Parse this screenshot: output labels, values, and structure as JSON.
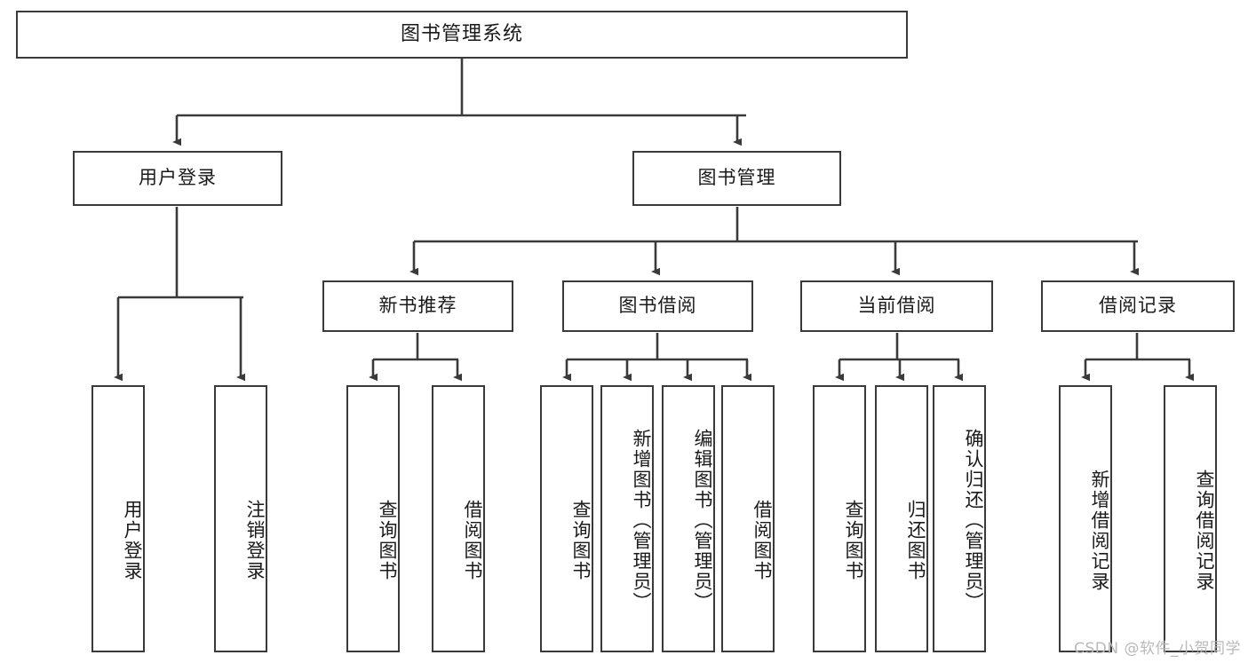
{
  "diagram": {
    "title": "图书管理系统",
    "watermark": "CSDN @软件_小贺同学",
    "line_color": "#3a3a3a",
    "text_color": "#1a1a1a",
    "background": "#ffffff",
    "root": {
      "label": "图书管理系统"
    },
    "level2": [
      {
        "label": "用户登录"
      },
      {
        "label": "图书管理"
      }
    ],
    "level3": [
      {
        "label": "新书推荐"
      },
      {
        "label": "图书借阅"
      },
      {
        "label": "当前借阅"
      },
      {
        "label": "借阅记录"
      }
    ],
    "leaves": {
      "user_login": [
        {
          "label": "用户登录"
        },
        {
          "label": "注销登录"
        }
      ],
      "new_book_recommend": [
        {
          "label": "查询图书"
        },
        {
          "label": "借阅图书"
        }
      ],
      "book_borrow": [
        {
          "label": "查询图书"
        },
        {
          "label": "新增图书（管理员）"
        },
        {
          "label": "编辑图书（管理员）"
        },
        {
          "label": "借阅图书"
        }
      ],
      "current_borrow": [
        {
          "label": "查询图书"
        },
        {
          "label": "归还图书"
        },
        {
          "label": "确认归还（管理员）"
        }
      ],
      "borrow_record": [
        {
          "label": "新增借阅记录"
        },
        {
          "label": "查询借阅记录"
        }
      ]
    }
  }
}
